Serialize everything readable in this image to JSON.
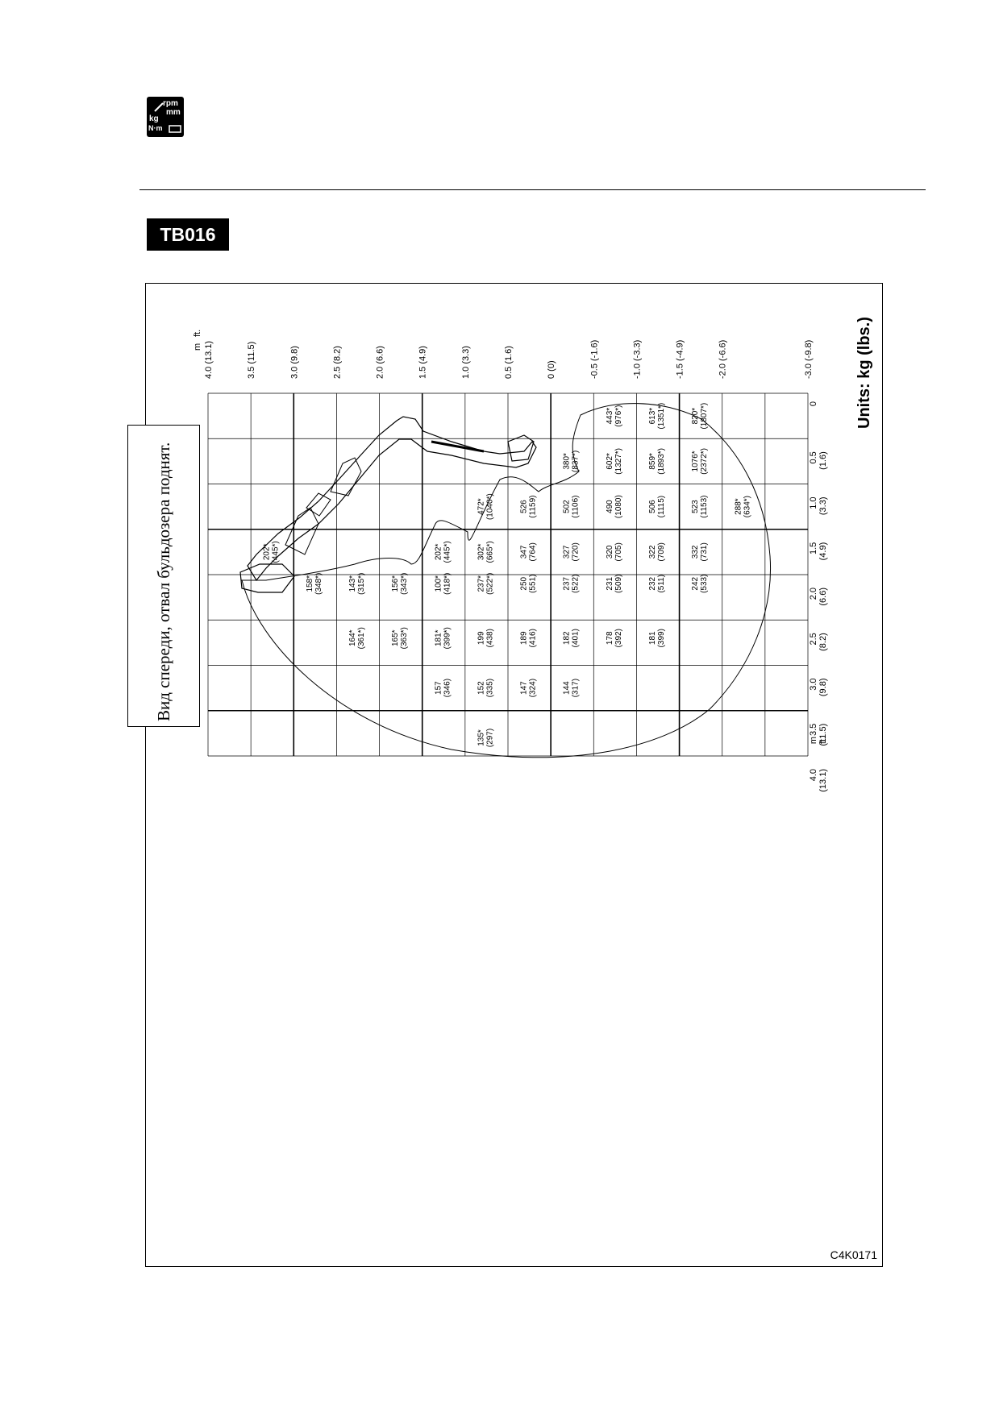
{
  "header": {
    "logo_icon": "spec-units-icon",
    "logo_text": {
      "rpm": "rpm",
      "mm": "mm",
      "kg": "kg",
      "nm": "N·m"
    },
    "code": "TB016"
  },
  "figure": {
    "units": "Units: kg (lbs.)",
    "figure_code": "C4K0171",
    "height_axis_unit_m": "m",
    "height_axis_unit_ft": "ft.",
    "radius_axis_unit_m": "m",
    "radius_axis_unit_ft": "ft.",
    "height_labels": [
      "4.0 (13.1)",
      "3.5 (11.5)",
      "3.0 (9.8)",
      "2.5 (8.2)",
      "2.0 (6.6)",
      "1.5 (4.9)",
      "1.0 (3.3)",
      "0.5 (1.6)",
      "0 (0)",
      "-0.5 (-1.6)",
      "-1.0 (-3.3)",
      "-1.5 (-4.9)",
      "-2.0 (-6.6)",
      "-3.0 (-9.8)"
    ],
    "radius_labels": [
      {
        "m": "0",
        "ft": ""
      },
      {
        "m": "0.5",
        "ft": "(1.6)"
      },
      {
        "m": "1.0",
        "ft": "(3.3)"
      },
      {
        "m": "1.5",
        "ft": "(4.9)"
      },
      {
        "m": "2.0",
        "ft": "(6.6)"
      },
      {
        "m": "2.5",
        "ft": "(8.2)"
      },
      {
        "m": "3.0",
        "ft": "(9.8)"
      },
      {
        "m": "3.5",
        "ft": "(11.5)"
      },
      {
        "m": "4.0",
        "ft": "(13.1)"
      }
    ],
    "capacities": [
      {
        "r": 1.75,
        "h": 3.25,
        "kg": "202*",
        "lbs": "(445*)"
      },
      {
        "r": 2.1,
        "h": 2.75,
        "kg": "158*",
        "lbs": "(348*)"
      },
      {
        "r": 2.1,
        "h": 2.25,
        "kg": "143*",
        "lbs": "(315*)"
      },
      {
        "r": 2.1,
        "h": 1.75,
        "kg": "156*",
        "lbs": "(343*)"
      },
      {
        "r": 2.1,
        "h": 1.25,
        "kg": "100*",
        "lbs": "(418*)"
      },
      {
        "r": 2.1,
        "h": 0.75,
        "kg": "237*",
        "lbs": "(522*)"
      },
      {
        "r": 2.1,
        "h": 0.25,
        "kg": "250",
        "lbs": "(551)"
      },
      {
        "r": 2.1,
        "h": -0.25,
        "kg": "237",
        "lbs": "(522)"
      },
      {
        "r": 2.1,
        "h": -0.75,
        "kg": "231",
        "lbs": "(509)"
      },
      {
        "r": 2.1,
        "h": -1.25,
        "kg": "232",
        "lbs": "(511)"
      },
      {
        "r": 2.1,
        "h": -1.75,
        "kg": "242",
        "lbs": "(533)"
      },
      {
        "r": 2.7,
        "h": 2.25,
        "kg": "164*",
        "lbs": "(361*)"
      },
      {
        "r": 2.7,
        "h": 1.75,
        "kg": "165*",
        "lbs": "(363*)"
      },
      {
        "r": 2.7,
        "h": 1.25,
        "kg": "181*",
        "lbs": "(399*)"
      },
      {
        "r": 2.7,
        "h": 0.75,
        "kg": "199",
        "lbs": "(438)"
      },
      {
        "r": 2.7,
        "h": 0.25,
        "kg": "189",
        "lbs": "(416)"
      },
      {
        "r": 2.7,
        "h": -0.25,
        "kg": "182",
        "lbs": "(401)"
      },
      {
        "r": 2.7,
        "h": -0.75,
        "kg": "178",
        "lbs": "(392)"
      },
      {
        "r": 2.7,
        "h": -1.25,
        "kg": "181",
        "lbs": "(399)"
      },
      {
        "r": 3.25,
        "h": 1.25,
        "kg": "157",
        "lbs": "(346)"
      },
      {
        "r": 3.25,
        "h": 0.75,
        "kg": "152",
        "lbs": "(335)"
      },
      {
        "r": 3.25,
        "h": 0.25,
        "kg": "147",
        "lbs": "(324)"
      },
      {
        "r": 3.25,
        "h": -0.25,
        "kg": "144",
        "lbs": "(317)"
      },
      {
        "r": 3.8,
        "h": 0.75,
        "kg": "135*",
        "lbs": "(297)"
      },
      {
        "r": 1.75,
        "h": 1.25,
        "kg": "202*",
        "lbs": "(445*)"
      },
      {
        "r": 1.75,
        "h": 0.75,
        "kg": "302*",
        "lbs": "(665*)"
      },
      {
        "r": 1.75,
        "h": 0.25,
        "kg": "347",
        "lbs": "(764)"
      },
      {
        "r": 1.75,
        "h": -0.25,
        "kg": "327",
        "lbs": "(720)"
      },
      {
        "r": 1.75,
        "h": -0.75,
        "kg": "320",
        "lbs": "(705)"
      },
      {
        "r": 1.75,
        "h": -1.25,
        "kg": "322",
        "lbs": "(709)"
      },
      {
        "r": 1.75,
        "h": -1.75,
        "kg": "332",
        "lbs": "(731)"
      },
      {
        "r": 1.25,
        "h": 0.75,
        "kg": "472*",
        "lbs": "(1040*)"
      },
      {
        "r": 1.25,
        "h": 0.25,
        "kg": "526",
        "lbs": "(1159)"
      },
      {
        "r": 1.25,
        "h": -0.25,
        "kg": "502",
        "lbs": "(1106)"
      },
      {
        "r": 1.25,
        "h": -0.75,
        "kg": "490",
        "lbs": "(1080)"
      },
      {
        "r": 1.25,
        "h": -1.25,
        "kg": "506",
        "lbs": "(1115)"
      },
      {
        "r": 1.25,
        "h": -1.75,
        "kg": "523",
        "lbs": "(1153)"
      },
      {
        "r": 1.25,
        "h": -2.25,
        "kg": "288*",
        "lbs": "(634*)"
      },
      {
        "r": 0.75,
        "h": -0.25,
        "kg": "380*",
        "lbs": "(837*)"
      },
      {
        "r": 0.75,
        "h": -0.75,
        "kg": "602*",
        "lbs": "(1327*)"
      },
      {
        "r": 0.75,
        "h": -1.25,
        "kg": "859*",
        "lbs": "(1893*)"
      },
      {
        "r": 0.75,
        "h": -1.75,
        "kg": "1076*",
        "lbs": "(2372*)"
      },
      {
        "r": 0.25,
        "h": -0.75,
        "kg": "443*",
        "lbs": "(976*)"
      },
      {
        "r": 0.25,
        "h": -1.25,
        "kg": "613*",
        "lbs": "(1351*)"
      },
      {
        "r": 0.25,
        "h": -1.75,
        "kg": "820*",
        "lbs": "(1807*)"
      }
    ]
  },
  "note": {
    "text": "Вид спереди, отвал бульдозера поднят."
  }
}
